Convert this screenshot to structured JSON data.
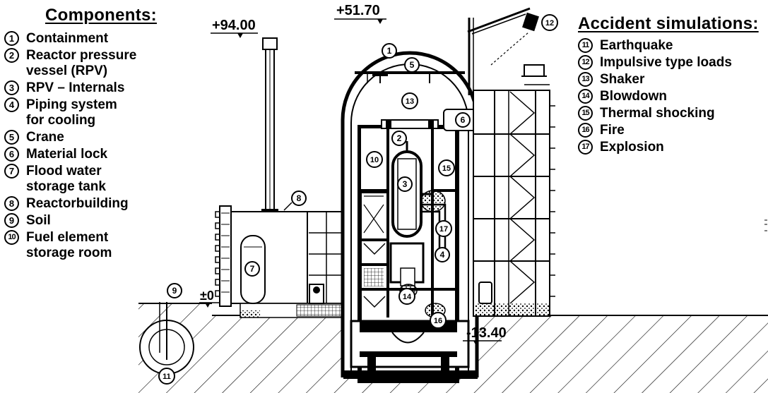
{
  "components": {
    "title": "Components:",
    "items": [
      {
        "n": "1",
        "text": "Containment"
      },
      {
        "n": "2",
        "text": "Reactor pressure\nvessel (RPV)"
      },
      {
        "n": "3",
        "text": "RPV – Internals"
      },
      {
        "n": "4",
        "text": "Piping system\nfor cooling"
      },
      {
        "n": "5",
        "text": "Crane"
      },
      {
        "n": "6",
        "text": "Material lock"
      },
      {
        "n": "7",
        "text": "Flood water\nstorage tank"
      },
      {
        "n": "8",
        "text": "Reactorbuilding"
      },
      {
        "n": "9",
        "text": "Soil"
      },
      {
        "n": "10",
        "text": "Fuel element\nstorage room"
      }
    ]
  },
  "accidents": {
    "title": "Accident simulations:",
    "items": [
      {
        "n": "11",
        "text": "Earthquake"
      },
      {
        "n": "12",
        "text": "Impulsive type loads"
      },
      {
        "n": "13",
        "text": "Shaker"
      },
      {
        "n": "14",
        "text": "Blowdown"
      },
      {
        "n": "15",
        "text": "Thermal shocking"
      },
      {
        "n": "16",
        "text": "Fire"
      },
      {
        "n": "17",
        "text": "Explosion"
      }
    ]
  },
  "elevations": {
    "top_stack": "+94.00",
    "top_dome": "+51.70",
    "ground": "±0",
    "bottom": "-13.40"
  },
  "markers": {
    "m1": "1",
    "m2": "2",
    "m3": "3",
    "m4": "4",
    "m5": "5",
    "m6": "6",
    "m7": "7",
    "m8": "8",
    "m9": "9",
    "m10": "10",
    "m11": "11",
    "m12": "12",
    "m13": "13",
    "m14": "14",
    "m15": "15",
    "m16": "16",
    "m17": "17"
  }
}
